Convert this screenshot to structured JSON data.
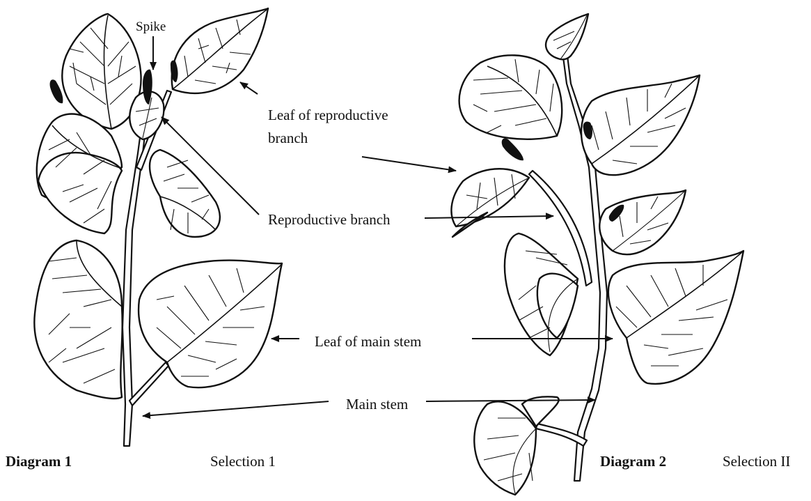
{
  "labels": {
    "spike": "Spike",
    "leaf_of_reproductive_branch_line1": "Leaf of reproductive",
    "leaf_of_reproductive_branch_line2": "branch",
    "reproductive_branch": "Reproductive branch",
    "leaf_of_main_stem": "Leaf of main stem",
    "main_stem": "Main stem"
  },
  "captions": {
    "diagram_1": "Diagram 1",
    "selection_1": "Selection 1",
    "diagram_2": "Diagram 2",
    "selection_2": "Selection II"
  },
  "colors": {
    "ink": "#111111",
    "paper": "#ffffff"
  }
}
